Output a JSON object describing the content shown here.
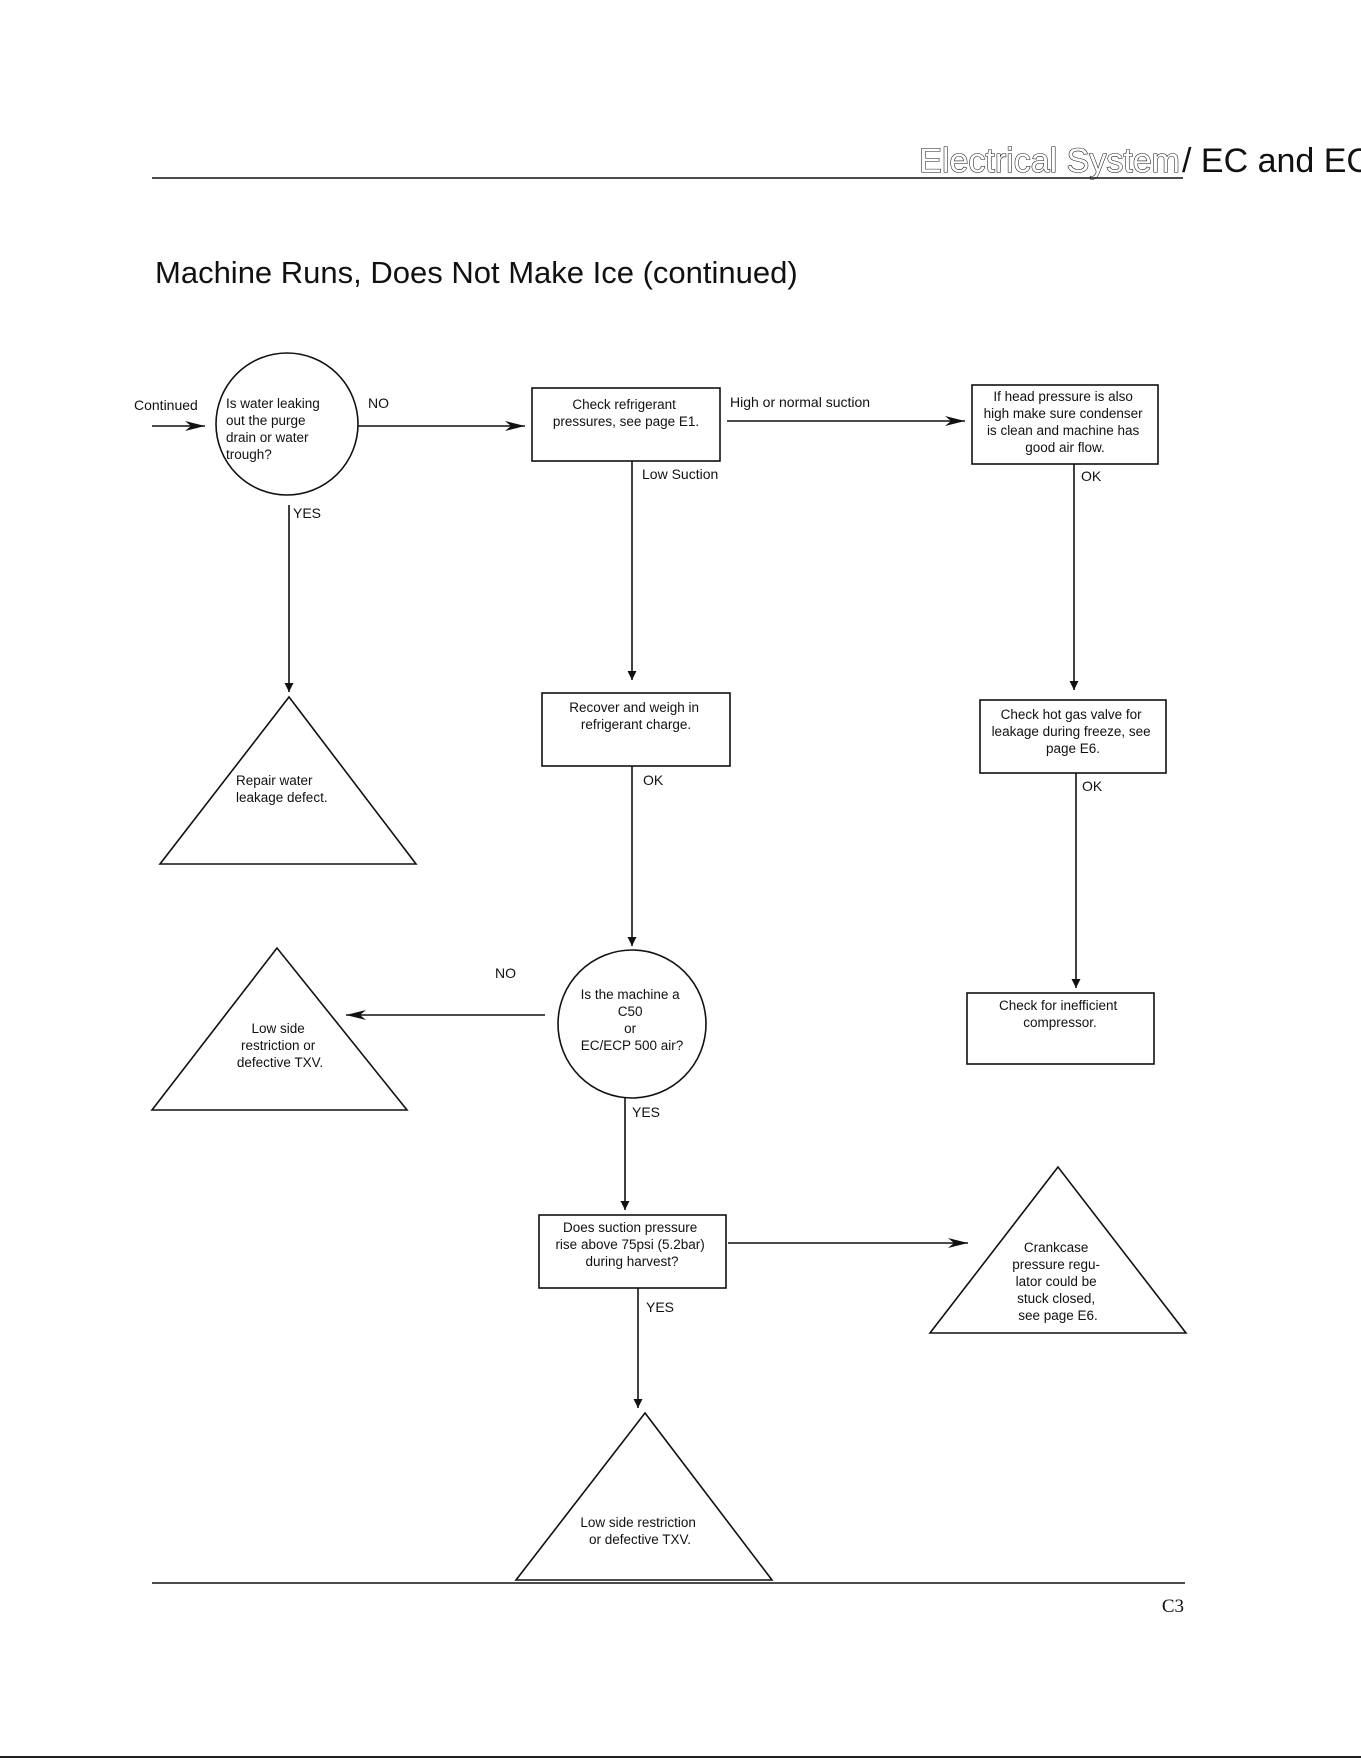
{
  "header": {
    "title_outlined": "Electrical System",
    "title_solid": " / EC and ECP Series"
  },
  "page_title": "Machine Runs, Does Not Make Ice (continued)",
  "page_number": "C3",
  "nodes": {
    "water_leak": [
      "Is water leaking",
      "out the purge",
      "drain or water",
      "trough?"
    ],
    "check_refrig": [
      "Check refrigerant",
      "pressures, see page E1."
    ],
    "head_pressure": [
      "If head pressure is also",
      "high make sure condenser",
      "is clean and machine has",
      "good air flow."
    ],
    "repair_leak": [
      "Repair water",
      "leakage defect."
    ],
    "recover_weigh": [
      "Recover and weigh in",
      "refrigerant charge."
    ],
    "hot_gas": [
      "Check hot gas valve for",
      "leakage during freeze, see",
      "page E6."
    ],
    "low_side_1": [
      "Low side",
      "restriction or",
      "defective TXV."
    ],
    "machine_type": [
      "Is the machine a",
      "C50",
      "or",
      "EC/ECP 500 air?"
    ],
    "inefficient": [
      "Check for inefficient",
      "compressor."
    ],
    "suction_rise": [
      "Does suction pressure",
      "rise above 75psi (5.2bar)",
      "during harvest?"
    ],
    "crankcase": [
      "Crankcase",
      "pressure regu-",
      "lator could be",
      "stuck closed,",
      "see page E6."
    ],
    "low_side_2": [
      "Low side restriction",
      "or defective TXV."
    ]
  },
  "edge_labels": {
    "continued": "Continued",
    "no_1": "NO",
    "yes_1": "YES",
    "high_normal": "High or normal suction",
    "low_suction": "Low Suction",
    "ok_1": "OK",
    "ok_2": "OK",
    "ok_3": "OK",
    "no_2": "NO",
    "yes_2": "YES",
    "yes_3": "YES"
  }
}
